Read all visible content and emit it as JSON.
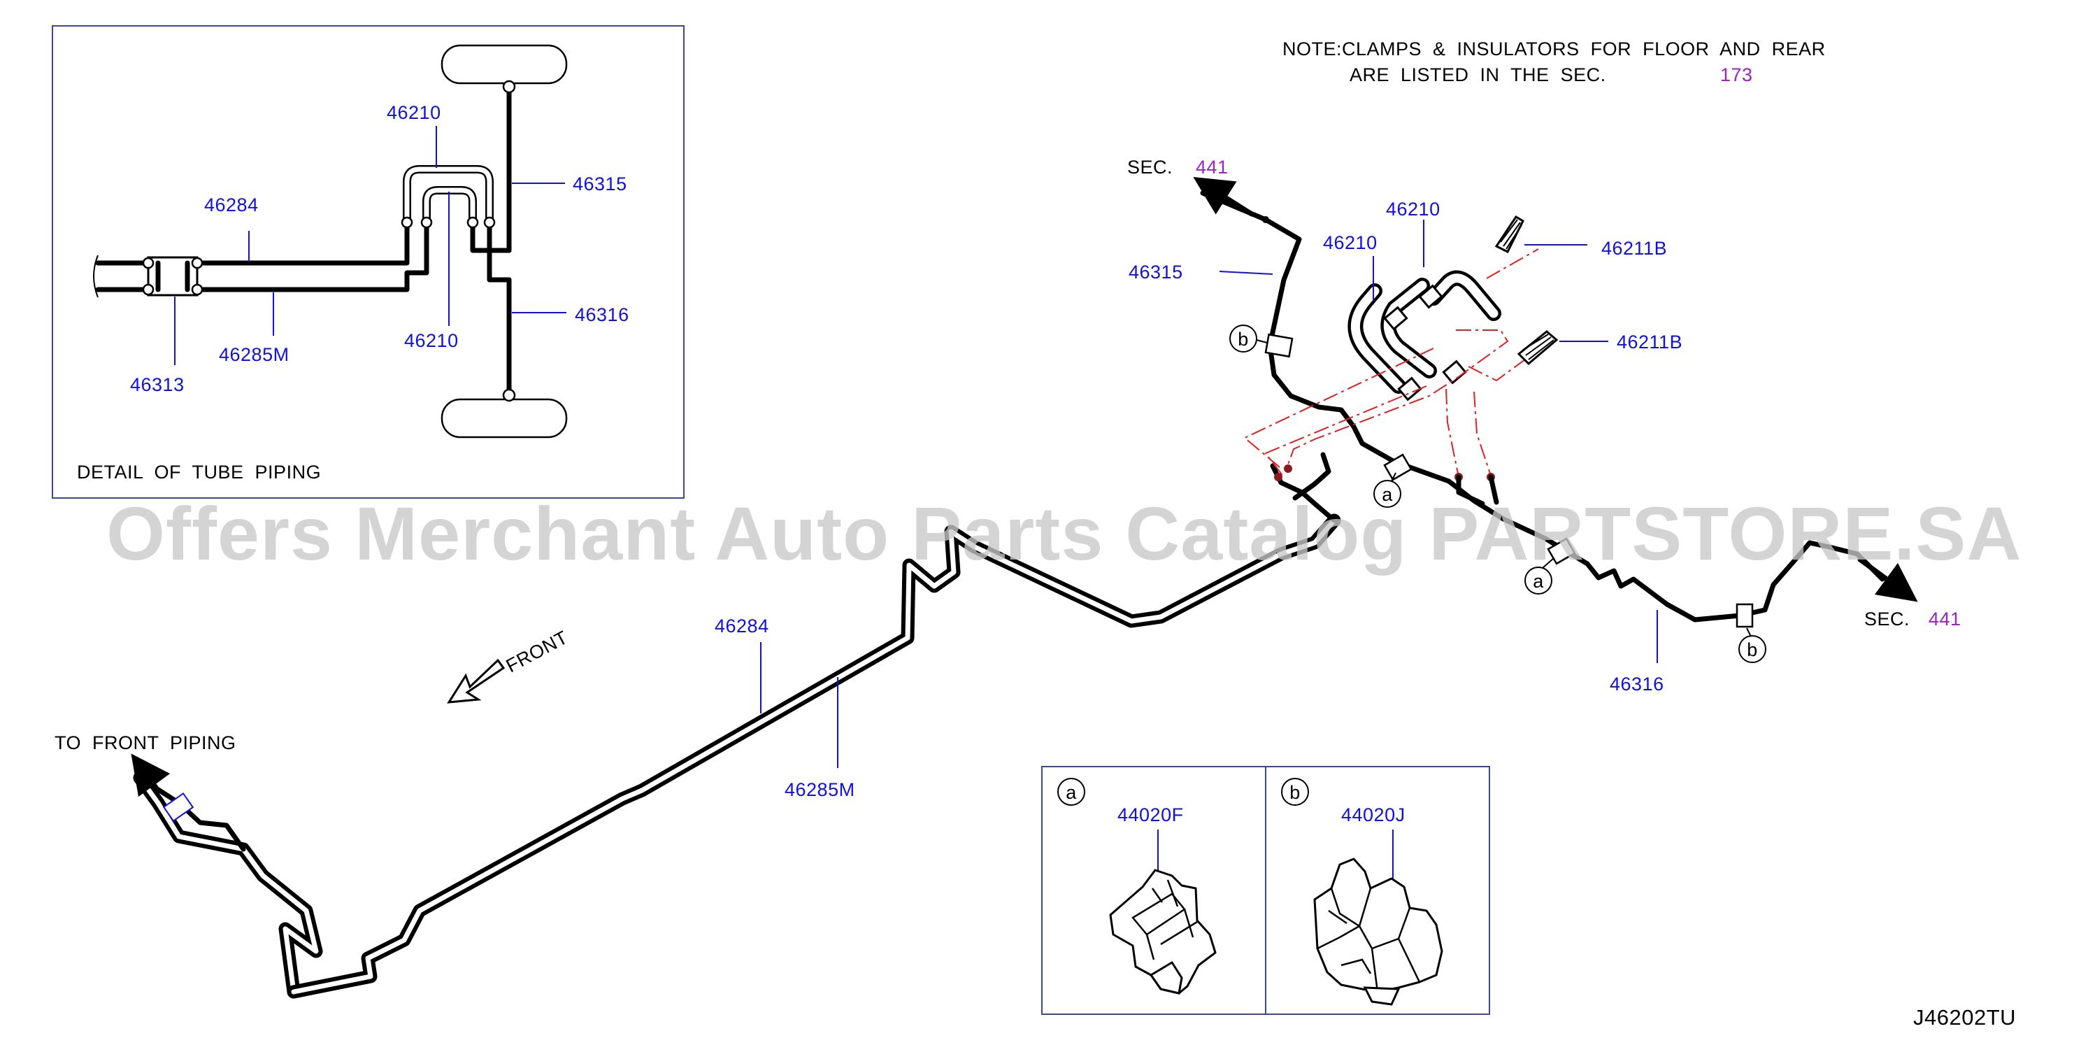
{
  "note": {
    "line1": "NOTE:CLAMPS  &  INSULATORS  FOR  FLOOR  AND  REAR",
    "line2": "ARE  LISTED  IN  THE  SEC.",
    "sec_ref": "173"
  },
  "detail": {
    "caption": "DETAIL  OF  TUBE  PIPING",
    "labels": {
      "p46210_top": "46210",
      "p46284": "46284",
      "p46315": "46315",
      "p46316": "46316",
      "p46285m": "46285M",
      "p46210_bottom": "46210",
      "p46313": "46313"
    }
  },
  "main": {
    "sec_prefix_top": "SEC.",
    "sec_ref_top": "441",
    "sec_prefix_right": "SEC.",
    "sec_ref_right": "441",
    "front_label": "FRONT",
    "to_front_piping": "TO  FRONT  PIPING",
    "labels": {
      "p46315": "46315",
      "p46210_a": "46210",
      "p46210_b": "46210",
      "p46211b_a": "46211B",
      "p46211b_b": "46211B",
      "p46284": "46284",
      "p46285m": "46285M",
      "p46316": "46316"
    },
    "callouts": {
      "a1": "a",
      "a2": "a",
      "b1": "b",
      "b2": "b"
    }
  },
  "clips": {
    "a_letter": "a",
    "a_part": "44020F",
    "b_letter": "b",
    "b_part": "44020J"
  },
  "watermark": "Offers Merchant Auto Parts Catalog PARTSTORE.SA",
  "diagram_id": "J46202TU",
  "colors": {
    "part_number": "#1010e0",
    "section_ref": "#a020c8",
    "dash_line": "#e02020",
    "frame": "#3a4a9a"
  }
}
